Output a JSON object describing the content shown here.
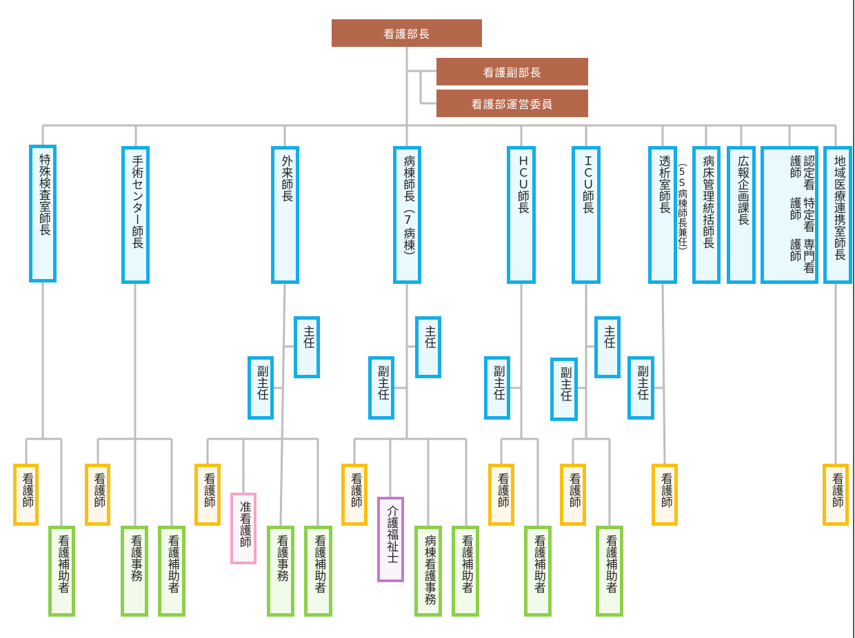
{
  "top": {
    "head": "看護部長",
    "deputy": "看護副部長",
    "committee": "看護部運営委員"
  },
  "managers": [
    {
      "id": "tokushu",
      "label": "特殊検査室師長"
    },
    {
      "id": "shujutsu",
      "label": "手術センター師長"
    },
    {
      "id": "gairai",
      "label": "外来師長"
    },
    {
      "id": "byoto",
      "label": "病棟師長（7病棟）"
    },
    {
      "id": "hcu",
      "label": "ＨＣＵ師長"
    },
    {
      "id": "icu",
      "label": "ＩＣＵ師長"
    },
    {
      "id": "toseki",
      "label": "透析室師長",
      "note": "（5S病棟師長兼任）"
    },
    {
      "id": "byosho",
      "label": "病床管理統括師長"
    },
    {
      "id": "koho",
      "label": "広報企画課長"
    },
    {
      "id": "nintei",
      "label": "認定看護師",
      "line2": "特定看護師",
      "line3": "専門看護師"
    },
    {
      "id": "chiiki",
      "label": "地域医療連携室師長"
    }
  ],
  "roles": {
    "shunin": "主任",
    "fukushunin": "副主任",
    "kangoshi": "看護師",
    "junkangoshi": "准看護師",
    "hojo": "看護補助者",
    "jimu": "看護事務",
    "kaigo": "介護福祉士",
    "byotojimu": "病棟看護事務"
  }
}
